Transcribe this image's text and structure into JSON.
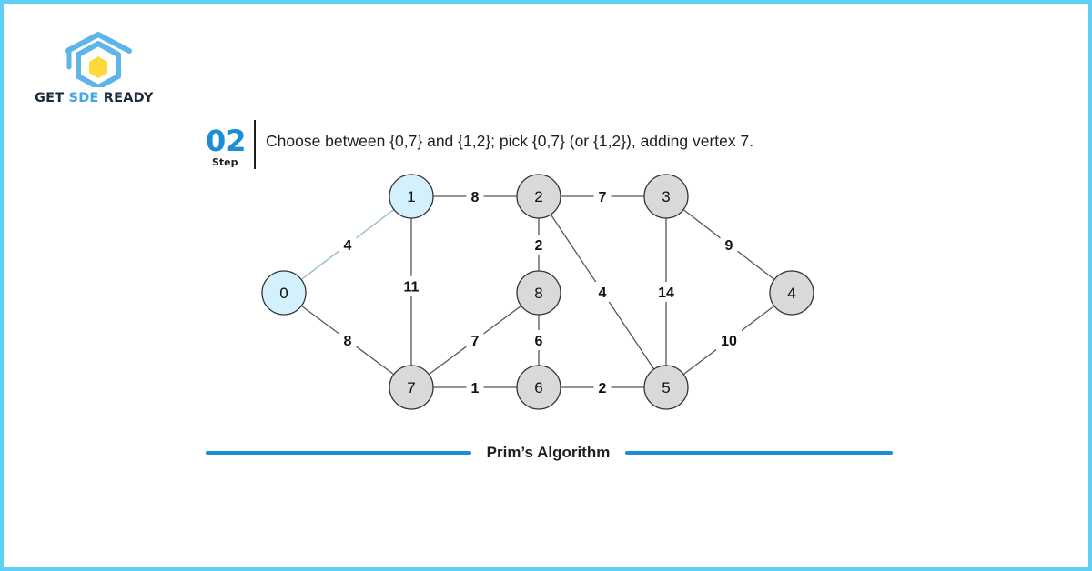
{
  "brand": {
    "name_part1": "GET ",
    "name_part2": "SDE",
    "name_part3": " READY",
    "accent_color": "#3ea8e8",
    "logo_icon": "graduation-cap-hexagon-icon"
  },
  "step": {
    "number": "02",
    "word": "Step",
    "description": "Choose between {0,7} and {1,2}; pick {0,7} (or {1,2}), adding vertex 7."
  },
  "graph": {
    "visited_color": "#d3f1fd",
    "unvisited_color": "#d9d9d9",
    "nodes": [
      {
        "id": "0",
        "label": "0",
        "visited": true
      },
      {
        "id": "1",
        "label": "1",
        "visited": true
      },
      {
        "id": "2",
        "label": "2",
        "visited": false
      },
      {
        "id": "3",
        "label": "3",
        "visited": false
      },
      {
        "id": "4",
        "label": "4",
        "visited": false
      },
      {
        "id": "5",
        "label": "5",
        "visited": false
      },
      {
        "id": "6",
        "label": "6",
        "visited": false
      },
      {
        "id": "7",
        "label": "7",
        "visited": false
      },
      {
        "id": "8",
        "label": "8",
        "visited": false
      }
    ],
    "edges": [
      {
        "from": "0",
        "to": "1",
        "weight": "4",
        "highlighted": true
      },
      {
        "from": "0",
        "to": "7",
        "weight": "8",
        "highlighted": false
      },
      {
        "from": "1",
        "to": "2",
        "weight": "8",
        "highlighted": false
      },
      {
        "from": "1",
        "to": "7",
        "weight": "11",
        "highlighted": false
      },
      {
        "from": "2",
        "to": "3",
        "weight": "7",
        "highlighted": false
      },
      {
        "from": "2",
        "to": "8",
        "weight": "2",
        "highlighted": false
      },
      {
        "from": "2",
        "to": "5",
        "weight": "4",
        "highlighted": false
      },
      {
        "from": "3",
        "to": "4",
        "weight": "9",
        "highlighted": false
      },
      {
        "from": "3",
        "to": "5",
        "weight": "14",
        "highlighted": false
      },
      {
        "from": "4",
        "to": "5",
        "weight": "10",
        "highlighted": false
      },
      {
        "from": "5",
        "to": "6",
        "weight": "2",
        "highlighted": false
      },
      {
        "from": "6",
        "to": "7",
        "weight": "1",
        "highlighted": false
      },
      {
        "from": "6",
        "to": "8",
        "weight": "6",
        "highlighted": false
      },
      {
        "from": "7",
        "to": "8",
        "weight": "7",
        "highlighted": false
      }
    ]
  },
  "footer": {
    "label": "Prim’s Algorithm",
    "line_color": "#1a8fd6"
  }
}
